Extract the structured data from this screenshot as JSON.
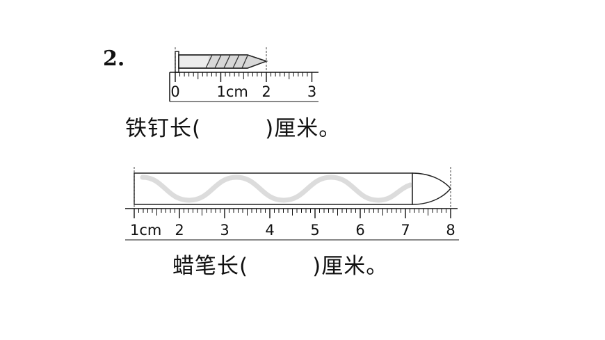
{
  "question_number": "2.",
  "item1": {
    "label": "铁钉长",
    "open_paren": "(",
    "close_paren": ")",
    "unit": "厘米。",
    "ruler_labels": [
      "0",
      "1cm",
      "2",
      "3"
    ]
  },
  "item2": {
    "label": "蜡笔长",
    "open_paren": "(",
    "close_paren": ")",
    "unit": "厘米。",
    "ruler_labels": [
      "1cm",
      "2",
      "3",
      "4",
      "5",
      "6",
      "7",
      "8"
    ]
  }
}
